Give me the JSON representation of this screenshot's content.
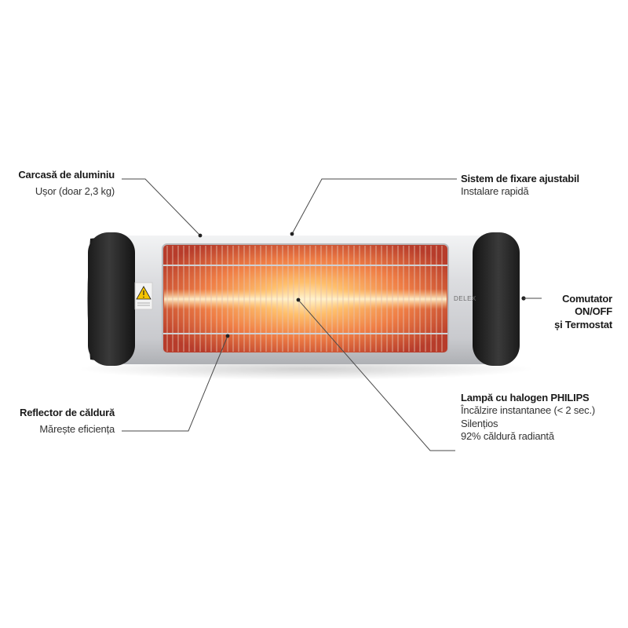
{
  "product": {
    "brand_label": "DELEX",
    "colors": {
      "background": "#ffffff",
      "housing": "#d9dadc",
      "endcap": "#2a2a2a",
      "glow_core": "#ffb347",
      "glow_edge": "#c0392b",
      "warning": "#f5c400"
    }
  },
  "callouts": {
    "housing": {
      "title": "Carcasă de aluminiu",
      "sub": "Ușor (doar 2,3 kg)"
    },
    "mount": {
      "title": "Sistem de fixare ajustabil",
      "sub": "Instalare rapidă"
    },
    "switch": {
      "line1": "Comutator",
      "line2": "ON/OFF",
      "line3": "și Termostat"
    },
    "reflector": {
      "title": "Reflector de căldură",
      "sub": "Mărește eficiența"
    },
    "lamp": {
      "title": "Lampă cu halogen PHILIPS",
      "sub1": "Încălzire instantanee (< 2 sec.)",
      "sub2": "Silențios",
      "sub3": "92% căldură radiantă"
    }
  }
}
